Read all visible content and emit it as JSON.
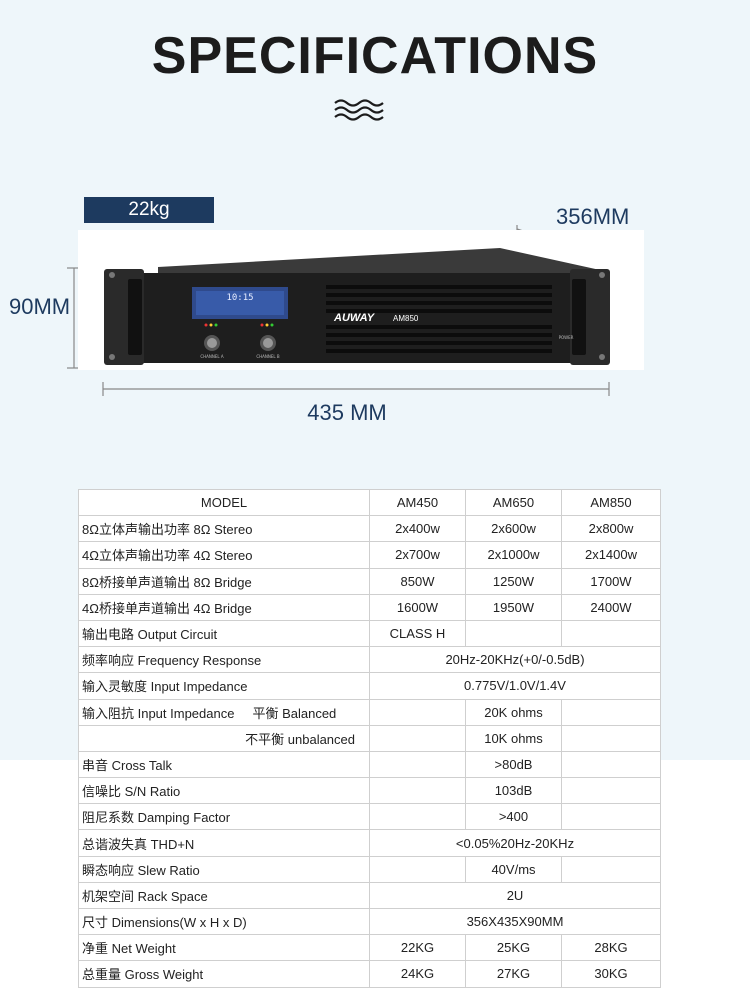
{
  "title": "SPECIFICATIONS",
  "dimensions": {
    "weight": "22kg",
    "depth": "356MM",
    "height": "90MM",
    "width": "435 MM"
  },
  "device": {
    "brand": "AUWAY",
    "model": "AM850",
    "display_time": "10:15",
    "channel_a": "CHANNEL A",
    "channel_b": "CHANNEL B",
    "power": "POWER"
  },
  "table": {
    "header": {
      "label": "MODEL",
      "c1": "AM450",
      "c2": "AM650",
      "c3": "AM850"
    },
    "rows": [
      {
        "label": "8Ω立体声输出功率 8Ω Stereo",
        "c1": "2x400w",
        "c2": "2x600w",
        "c3": "2x800w"
      },
      {
        "label": "4Ω立体声输出功率 4Ω Stereo",
        "c1": "2x700w",
        "c2": "2x1000w",
        "c3": "2x1400w"
      },
      {
        "label": "8Ω桥接单声道输出 8Ω Bridge",
        "c1": "850W",
        "c2": "1250W",
        "c3": "1700W"
      },
      {
        "label": "4Ω桥接单声道输出 4Ω Bridge",
        "c1": "1600W",
        "c2": "1950W",
        "c3": "2400W"
      },
      {
        "label": "输出电路 Output Circuit",
        "value": "CLASS H"
      },
      {
        "label": "频率响应 Frequency Response",
        "value": "20Hz-20KHz(+0/-0.5dB)"
      },
      {
        "label": "输入灵敏度 Input Impedance",
        "value": "0.775V/1.0V/1.4V"
      },
      {
        "label": "输入阻抗 Input Impedance",
        "sub": "平衡  Balanced",
        "value": "20K ohms"
      },
      {
        "sub": "不平衡 unbalanced",
        "value": "10K ohms"
      },
      {
        "label": "串音 Cross Talk",
        "value": ">80dB"
      },
      {
        "label": "信噪比 S/N Ratio",
        "value": "103dB"
      },
      {
        "label": "阻尼系数 Damping Factor",
        "value": ">400"
      },
      {
        "label": "总谐波失真 THD+N",
        "value": "<0.05%20Hz-20KHz"
      },
      {
        "label": "瞬态响应 Slew Ratio",
        "value": "40V/ms"
      },
      {
        "label": "机架空间  Rack Space",
        "value": "2U"
      },
      {
        "label": "尺寸 Dimensions(W x H x D)",
        "value": "356X435X90MM"
      },
      {
        "label": "净重 Net Weight",
        "c1": "22KG",
        "c2": "25KG",
        "c3": "28KG"
      },
      {
        "label": "总重量 Gross Weight",
        "c1": "24KG",
        "c2": "27KG",
        "c3": "30KG"
      }
    ]
  }
}
